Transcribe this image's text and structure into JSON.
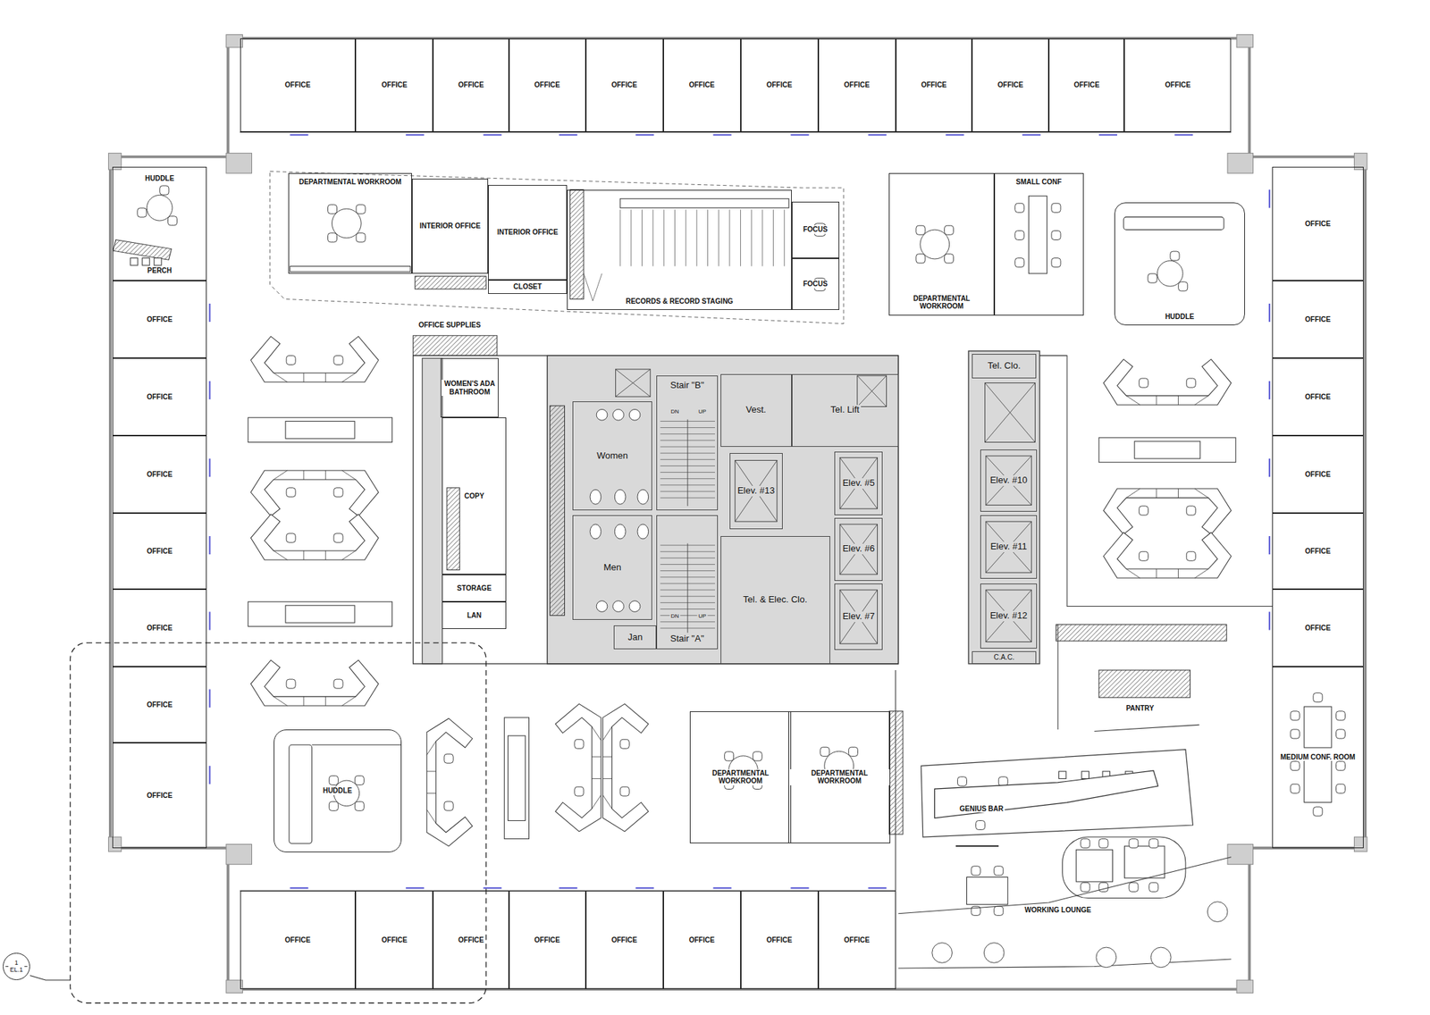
{
  "diagram": {
    "nodes": [
      {
        "text": [
          "OFFICE"
        ]
      },
      {
        "text": [
          "OFFICE"
        ]
      },
      {
        "text": [
          "OFFICE"
        ]
      },
      {
        "text": [
          "OFFICE"
        ]
      },
      {
        "text": [
          "OFFICE"
        ]
      },
      {
        "text": [
          "OFFICE"
        ]
      },
      {
        "text": [
          "OFFICE"
        ]
      },
      {
        "text": [
          "OFFICE"
        ]
      },
      {
        "text": [
          "OFFICE"
        ]
      },
      {
        "text": [
          "OFFICE"
        ]
      },
      {
        "text": [
          "OFFICE"
        ]
      },
      {
        "text": [
          "OFFICE"
        ]
      },
      {
        "text": [
          "HUDDLE",
          "PERCH"
        ]
      },
      {
        "text": [
          "DEPARTMENTAL WORKROOM"
        ]
      },
      {
        "text": [
          "INTERIOR OFFICE"
        ]
      },
      {
        "text": [
          "INTERIOR OFFICE"
        ]
      },
      {
        "text": [
          "RECORDS & RECORD STAGING"
        ]
      },
      {
        "text": [
          "FOCUS"
        ]
      },
      {
        "text": [
          "FOCUS"
        ]
      },
      {
        "text": [
          "CLOSET"
        ]
      },
      {
        "text": [
          "DEPARTMENTAL WORKROOM"
        ]
      },
      {
        "text": [
          "SMALL CONF"
        ]
      },
      {
        "text": [
          "HUDDLE"
        ]
      },
      {
        "text": [
          "OFFICE"
        ]
      },
      {
        "text": [
          "OFFICE"
        ]
      },
      {
        "text": [
          "OFFICE"
        ]
      },
      {
        "text": [
          "OFFICE"
        ]
      },
      {
        "text": [
          "OFFICE"
        ]
      },
      {
        "text": [
          "OFFICE"
        ]
      },
      {
        "text": [
          "MEDIUM CONF. ROOM"
        ]
      },
      {
        "text": [
          "OFFICE"
        ]
      },
      {
        "text": [
          "OFFICE"
        ]
      },
      {
        "text": [
          "OFFICE"
        ]
      },
      {
        "text": [
          "OFFICE"
        ]
      },
      {
        "text": [
          "OFFICE"
        ]
      },
      {
        "text": [
          "OFFICE"
        ]
      },
      {
        "text": [
          "OFFICE"
        ]
      },
      {
        "text": [
          "WOMEN'S ADA BATHROOM"
        ]
      },
      {
        "text": [
          "COPY"
        ]
      },
      {
        "text": [
          "STORAGE"
        ]
      },
      {
        "text": [
          "LAN"
        ]
      },
      {
        "text": [
          "Women"
        ]
      },
      {
        "text": [
          "Stair \"B\""
        ]
      },
      {
        "text": [
          "Vest."
        ]
      },
      {
        "text": [
          "Tel. Lift"
        ]
      },
      {
        "text": [
          "Elev. #13"
        ]
      },
      {
        "text": [
          "Elev. #5"
        ]
      },
      {
        "text": [
          "Elev. #6"
        ]
      },
      {
        "text": [
          "Elev. #7"
        ]
      },
      {
        "text": [
          "Tel. Clo."
        ]
      },
      {
        "text": [
          "Elev. #10"
        ]
      },
      {
        "text": [
          "Elev. #11"
        ]
      },
      {
        "text": [
          "Elev. #12"
        ]
      },
      {
        "text": [
          "C.A.C."
        ]
      },
      {
        "text": [
          "Men"
        ]
      },
      {
        "text": [
          "Stair \"A\""
        ]
      },
      {
        "text": [
          "Tel. & Elec. Clo."
        ]
      },
      {
        "text": [
          "Jan"
        ]
      },
      {
        "text": [
          "DEPARTMENTAL WORKROOM"
        ]
      },
      {
        "text": [
          "DEPARTMENTAL WORKROOM"
        ]
      },
      {
        "text": [
          "HUDDLE"
        ]
      },
      {
        "text": [
          "GENIUS BAR"
        ]
      },
      {
        "text": [
          "OFFICE"
        ]
      },
      {
        "text": [
          "OFFICE"
        ]
      },
      {
        "text": [
          "OFFICE"
        ]
      },
      {
        "text": [
          "OFFICE"
        ]
      },
      {
        "text": [
          "OFFICE"
        ]
      },
      {
        "text": [
          "OFFICE"
        ]
      },
      {
        "text": [
          "OFFICE"
        ]
      },
      {
        "text": [
          "OFFICE"
        ]
      },
      {
        "text": [
          "1",
          "EL.1"
        ]
      }
    ],
    "labels": [
      "OFFICE SUPPLIES",
      "DN",
      "UP",
      "DN",
      "UP",
      "PANTRY",
      "WORKING LOUNGE"
    ]
  }
}
